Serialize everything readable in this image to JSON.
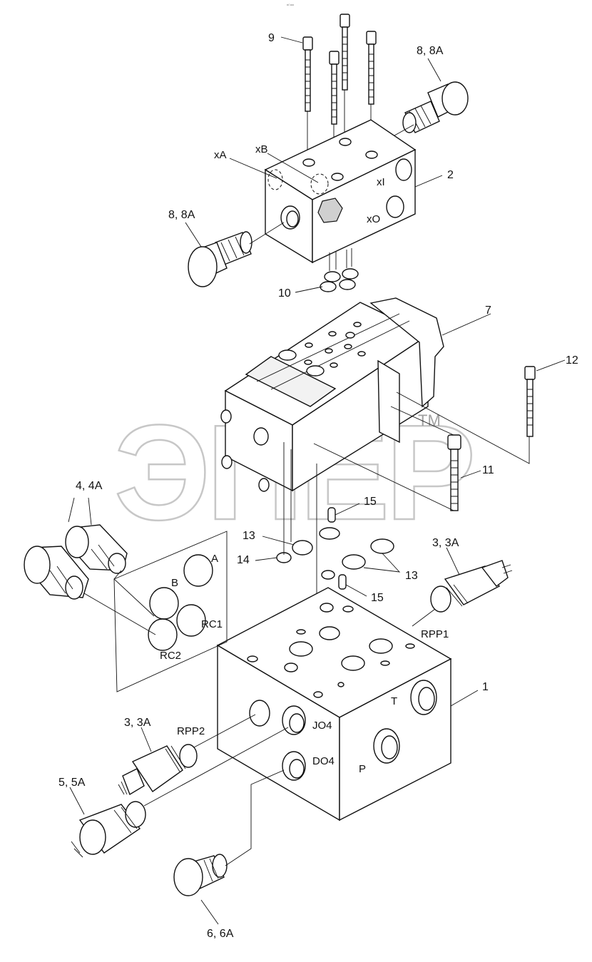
{
  "diagram": {
    "header_mark": "ᵐ˙ᵒᵒᵒ",
    "watermark": {
      "text": "ЭПЕР",
      "tm": "TM"
    },
    "callouts": [
      {
        "id": "c-9",
        "text": "9"
      },
      {
        "id": "c-8-8a-top",
        "text": "8, 8A"
      },
      {
        "id": "c-8-8a-left",
        "text": "8, 8A"
      },
      {
        "id": "c-2",
        "text": "2"
      },
      {
        "id": "c-10",
        "text": "10"
      },
      {
        "id": "c-7",
        "text": "7"
      },
      {
        "id": "c-12",
        "text": "12"
      },
      {
        "id": "c-11",
        "text": "11"
      },
      {
        "id": "c-15-upper",
        "text": "15"
      },
      {
        "id": "c-15-lower",
        "text": "15"
      },
      {
        "id": "c-13-left",
        "text": "13"
      },
      {
        "id": "c-13-right",
        "text": "13"
      },
      {
        "id": "c-14",
        "text": "14"
      },
      {
        "id": "c-4-4a",
        "text": "4, 4A"
      },
      {
        "id": "c-3-3a-right",
        "text": "3, 3A"
      },
      {
        "id": "c-3-3a-left",
        "text": "3, 3A"
      },
      {
        "id": "c-1",
        "text": "1"
      },
      {
        "id": "c-5-5a",
        "text": "5, 5A"
      },
      {
        "id": "c-6-6a",
        "text": "6, 6A"
      }
    ],
    "ports": {
      "xA": "xA",
      "xB": "xB",
      "xI": "xI",
      "xO": "xO",
      "A": "A",
      "B": "B",
      "RC1": "RC1",
      "RC2": "RC2",
      "RPP1": "RPP1",
      "RPP2": "RPP2",
      "T": "T",
      "P": "P",
      "JO4": "JO4",
      "DO4": "DO4"
    }
  }
}
